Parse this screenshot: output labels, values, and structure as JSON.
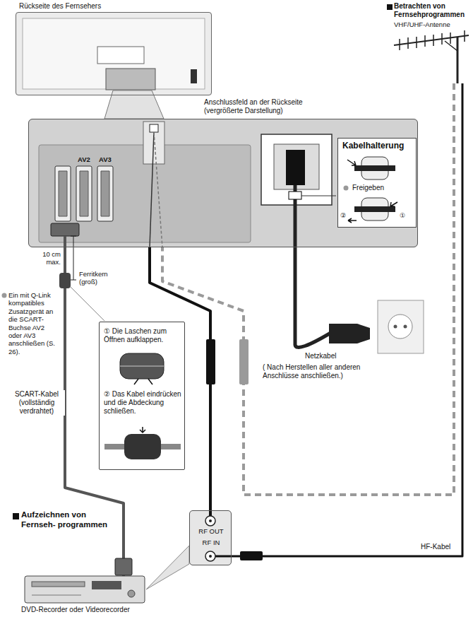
{
  "diagram": {
    "nodes": [
      {
        "text": [
          "Rückseite des Fernsehers"
        ]
      },
      {
        "text": [
          "Anschlussfeld an der Rückseite (vergrößerte Darstellung)"
        ]
      },
      {
        "text": [
          "Kabelhalterung",
          "Freigeben"
        ]
      },
      {
        "text": [
          "① Die Laschen zum Öffnen aufklappen.",
          "② Das Kabel eindrücken und die Abdeckung schließen."
        ]
      },
      {
        "text": [
          "Betrachten von Fernsehprogrammen",
          "VHF/UHF-Antenne"
        ]
      },
      {
        "text": [
          "Aufzeichnen von Fernseh- programmen",
          "DVD-Recorder oder Videorecorder"
        ]
      },
      {
        "text": [
          "RF OUT",
          "RF IN"
        ]
      }
    ],
    "edges": [
      {
        "from": 4,
        "to": 6,
        "arrow": "none",
        "label": "HF-Kabel"
      },
      {
        "from": 6,
        "to": 1,
        "arrow": "none"
      },
      {
        "from": 4,
        "to": 1,
        "arrow": "none"
      },
      {
        "from": 5,
        "to": 1,
        "arrow": "none",
        "label": "SCART-Kabel (vollständig verdrahtet)"
      }
    ],
    "labels": [
      "AV2",
      "AV3",
      "10 cm max.",
      "Ferritkern (groß)",
      "Ein mit Q-Link kompatibles Zusatzgerät an die SCART-Buchse AV2 oder AV3 anschließen (S. 26).",
      "①",
      "②",
      "Netzkabel",
      "( Nach Herstellen aller anderen Anschlüsse anschließen.)"
    ]
  }
}
